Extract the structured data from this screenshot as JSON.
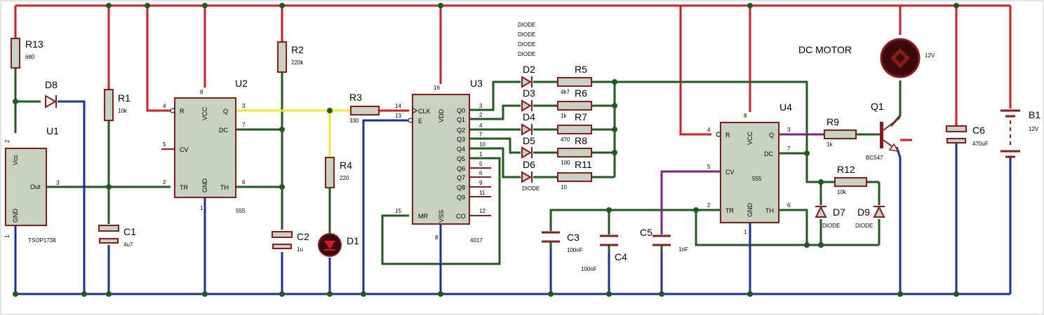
{
  "colors": {
    "red_wire": "#d61b24",
    "green_wire": "#1f5a1f",
    "blue_wire": "#1a2ea6",
    "yellow_wire": "#f0ea2a",
    "purple_wire": "#7e1f86",
    "component_fill": "#c9d2c0",
    "component_outline": "#8b1a1a"
  },
  "components": {
    "r13": {
      "ref": "R13",
      "value": "680"
    },
    "r1": {
      "ref": "R1",
      "value": "10k"
    },
    "r2": {
      "ref": "R2",
      "value": "220k"
    },
    "r3": {
      "ref": "R3",
      "value": "330"
    },
    "r4": {
      "ref": "R4",
      "value": "220"
    },
    "r5": {
      "ref": "R5",
      "value": "4k7"
    },
    "r6": {
      "ref": "R6",
      "value": "1k"
    },
    "r7": {
      "ref": "R7",
      "value": "470"
    },
    "r8": {
      "ref": "R8",
      "value": "100"
    },
    "r11": {
      "ref": "R11",
      "value": "10"
    },
    "r9": {
      "ref": "R9",
      "value": "1k"
    },
    "r12": {
      "ref": "R12",
      "value": "10k"
    },
    "c1": {
      "ref": "C1",
      "value": "4u7"
    },
    "c2": {
      "ref": "C2",
      "value": "1u"
    },
    "c3": {
      "ref": "C3",
      "value": "100nF"
    },
    "c4": {
      "ref": "C4",
      "value": "100nF"
    },
    "c5": {
      "ref": "C5",
      "value": "1nF"
    },
    "c6": {
      "ref": "C6",
      "value": "470uF"
    },
    "d1": {
      "ref": "D1"
    },
    "d2": {
      "ref": "D2"
    },
    "d3": {
      "ref": "D3"
    },
    "d4": {
      "ref": "D4"
    },
    "d5": {
      "ref": "D5"
    },
    "d6": {
      "ref": "D6",
      "value": "DIODE"
    },
    "d7": {
      "ref": "D7",
      "value": "DIODE"
    },
    "d8": {
      "ref": "D8"
    },
    "d9": {
      "ref": "D9",
      "value": "DIODE"
    },
    "diode_stack": [
      "DIODE",
      "DIODE",
      "DIODE",
      "DIODE"
    ],
    "q1": {
      "ref": "Q1",
      "value": "BC547"
    },
    "b1": {
      "ref": "B1",
      "value": "12V"
    },
    "motor": {
      "title": "DC MOTOR",
      "value": "12V"
    },
    "u1": {
      "ref": "U1",
      "value": "TSOP1738",
      "pins": {
        "vcc": "Vcc",
        "out": "Out",
        "gnd": "GND"
      },
      "pin_numbers": {
        "vcc": "2",
        "out": "3",
        "gnd": "1"
      }
    },
    "u2": {
      "ref": "U2",
      "value": "555",
      "pins": {
        "r": "R",
        "vcc": "VCC",
        "q": "Q",
        "dc": "DC",
        "cv": "CV",
        "tr": "TR",
        "gnd": "GND",
        "th": "TH"
      },
      "pin_numbers": {
        "r": "4",
        "vcc": "8",
        "q": "3",
        "dc": "7",
        "cv": "5",
        "tr": "2",
        "gnd": "1",
        "th": "6"
      }
    },
    "u3": {
      "ref": "U3",
      "value": "4017",
      "pins": {
        "clk": "CLK",
        "e": "E",
        "vdd": "VDD",
        "mr": "MR",
        "vss": "VSS",
        "co": "CO",
        "q0": "Q0",
        "q1": "Q1",
        "q2": "Q2",
        "q3": "Q3",
        "q4": "Q4",
        "q5": "Q5",
        "q6": "Q6",
        "q7": "Q7",
        "q8": "Q8",
        "q9": "Q9"
      },
      "pin_numbers": {
        "clk": "14",
        "e": "13",
        "vdd": "16",
        "mr": "15",
        "vss": "8",
        "co": "12",
        "q0": "3",
        "q1": "2",
        "q2": "4",
        "q3": "7",
        "q4": "10",
        "q5": "1",
        "q6": "5",
        "q7": "6",
        "q8": "9",
        "q9": "11"
      }
    },
    "u4": {
      "ref": "U4",
      "value": "555",
      "pins": {
        "r": "R",
        "vcc": "VCC",
        "q": "Q",
        "dc": "DC",
        "cv": "CV",
        "tr": "TR",
        "gnd": "GND",
        "th": "TH"
      },
      "pin_numbers": {
        "r": "4",
        "vcc": "8",
        "q": "3",
        "dc": "7",
        "cv": "5",
        "tr": "2",
        "gnd": "1",
        "th": "6"
      }
    }
  }
}
